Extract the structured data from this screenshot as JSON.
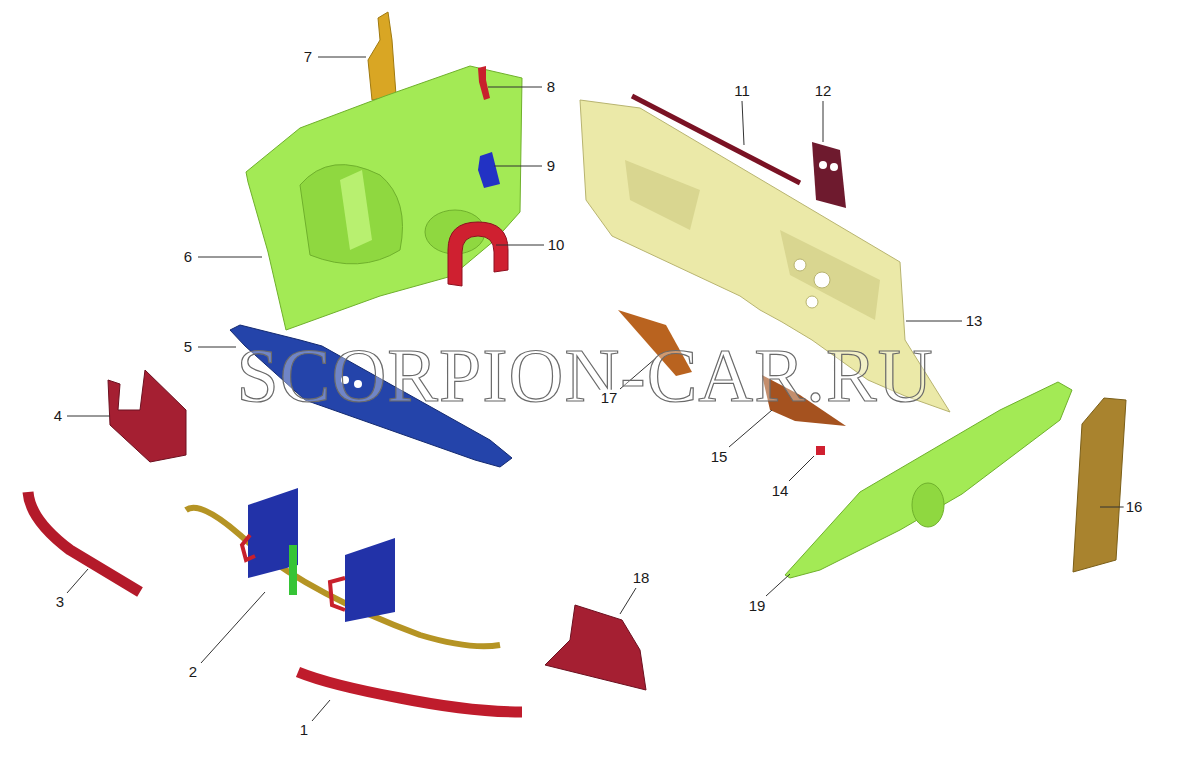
{
  "diagram": {
    "labels": [
      "7",
      "8",
      "11",
      "12",
      "9",
      "6",
      "10",
      "13",
      "5",
      "17",
      "4",
      "15",
      "14",
      "16",
      "3",
      "19",
      "2",
      "18",
      "1",
      "SCORPION-CAR.RU"
    ]
  }
}
